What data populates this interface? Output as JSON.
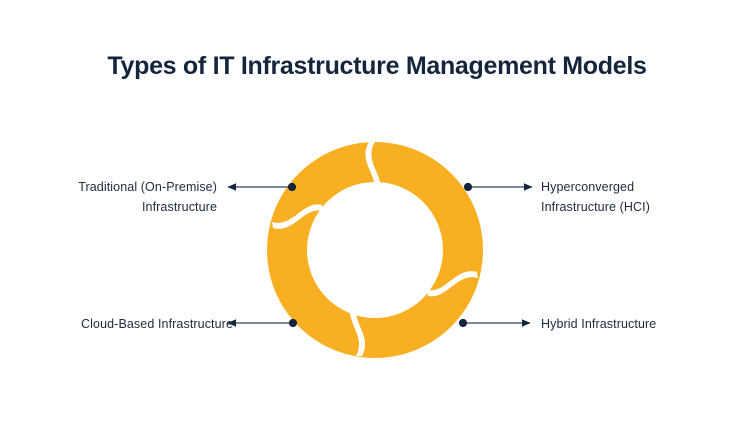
{
  "page": {
    "title": "Types of IT Infrastructure Management Models",
    "background_color": "#ffffff",
    "title_color": "#14253c"
  },
  "diagram": {
    "type": "segmented-donut",
    "accent_color": "#F9AF22",
    "divider_color": "#ffffff",
    "connector_color": "#5b6470",
    "connector_dot_color": "#14253c",
    "segment_count": 5,
    "nodes": [
      {
        "id": "traditional",
        "side": "left",
        "position": "top",
        "lines": [
          "Traditional (On-Premise)",
          "Infrastructure"
        ]
      },
      {
        "id": "hyperconverged",
        "side": "right",
        "position": "top",
        "lines": [
          "Hyperconverged",
          "Infrastructure (HCI)"
        ]
      },
      {
        "id": "cloud",
        "side": "left",
        "position": "bottom",
        "lines": [
          "Cloud-Based Infrastructure"
        ]
      },
      {
        "id": "hybrid",
        "side": "right",
        "position": "bottom",
        "lines": [
          "Hybrid Infrastructure"
        ]
      }
    ]
  }
}
